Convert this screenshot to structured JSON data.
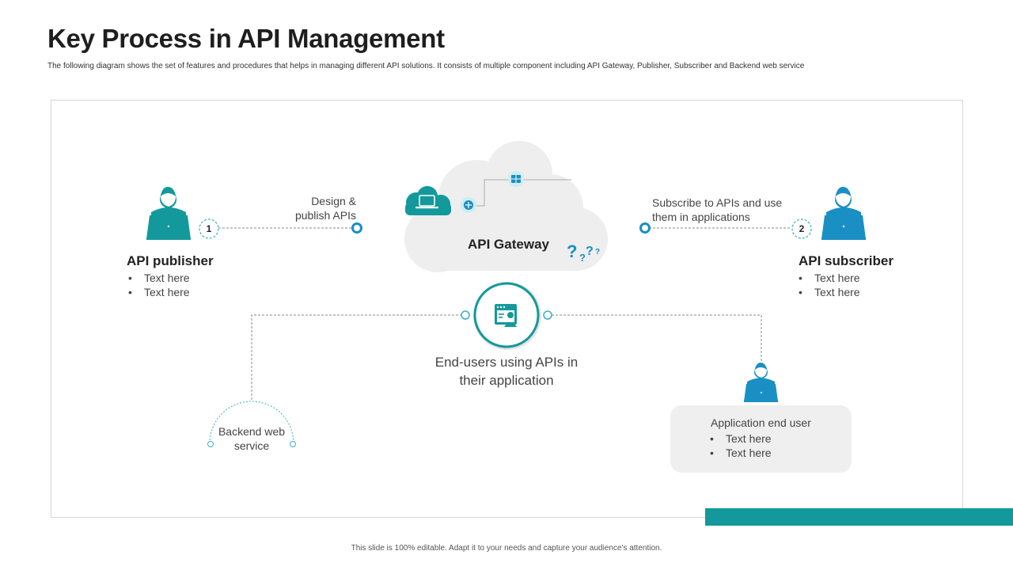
{
  "slide": {
    "title": "Key Process in API Management",
    "subtitle": "The following  diagram shows the set of features and procedures that helps in managing different API solutions.  It consists  of multiple  component including API Gateway, Publisher, Subscriber and Backend web service",
    "footer": "This slide is 100% editable. Adapt it to your needs and capture your audience's attention."
  },
  "publisher": {
    "heading": "API publisher",
    "bullets": [
      "Text here",
      "Text here"
    ],
    "step": "1",
    "action_line1": "Design &",
    "action_line2": "publish APIs"
  },
  "subscriber": {
    "heading": "API subscriber",
    "bullets": [
      "Text here",
      "Text here"
    ],
    "step": "2",
    "action_line1": "Subscribe to APIs and use",
    "action_line2": "them in applications"
  },
  "gateway": {
    "label": "API Gateway"
  },
  "end_users": {
    "line1": "End-users using APIs in",
    "line2": "their application"
  },
  "backend": {
    "line1": "Backend web",
    "line2": "service"
  },
  "app_end_user": {
    "title": "Application end user",
    "bullets": [
      "Text here",
      "Text here"
    ]
  },
  "colors": {
    "teal": "#13999b",
    "blue": "#1a8fc4",
    "cloud_gray": "#eeeeee",
    "box_gray": "#efefef"
  },
  "icons": {
    "publisher": "user-laptop-icon",
    "subscriber": "user-laptop-icon",
    "app_end_user": "user-laptop-icon",
    "gateway_laptop": "cloud-laptop-icon",
    "gateway_network": "network-node-icon",
    "gateway_server": "server-icon",
    "questions": "question-marks-icon",
    "end_users": "browser-user-icon"
  }
}
